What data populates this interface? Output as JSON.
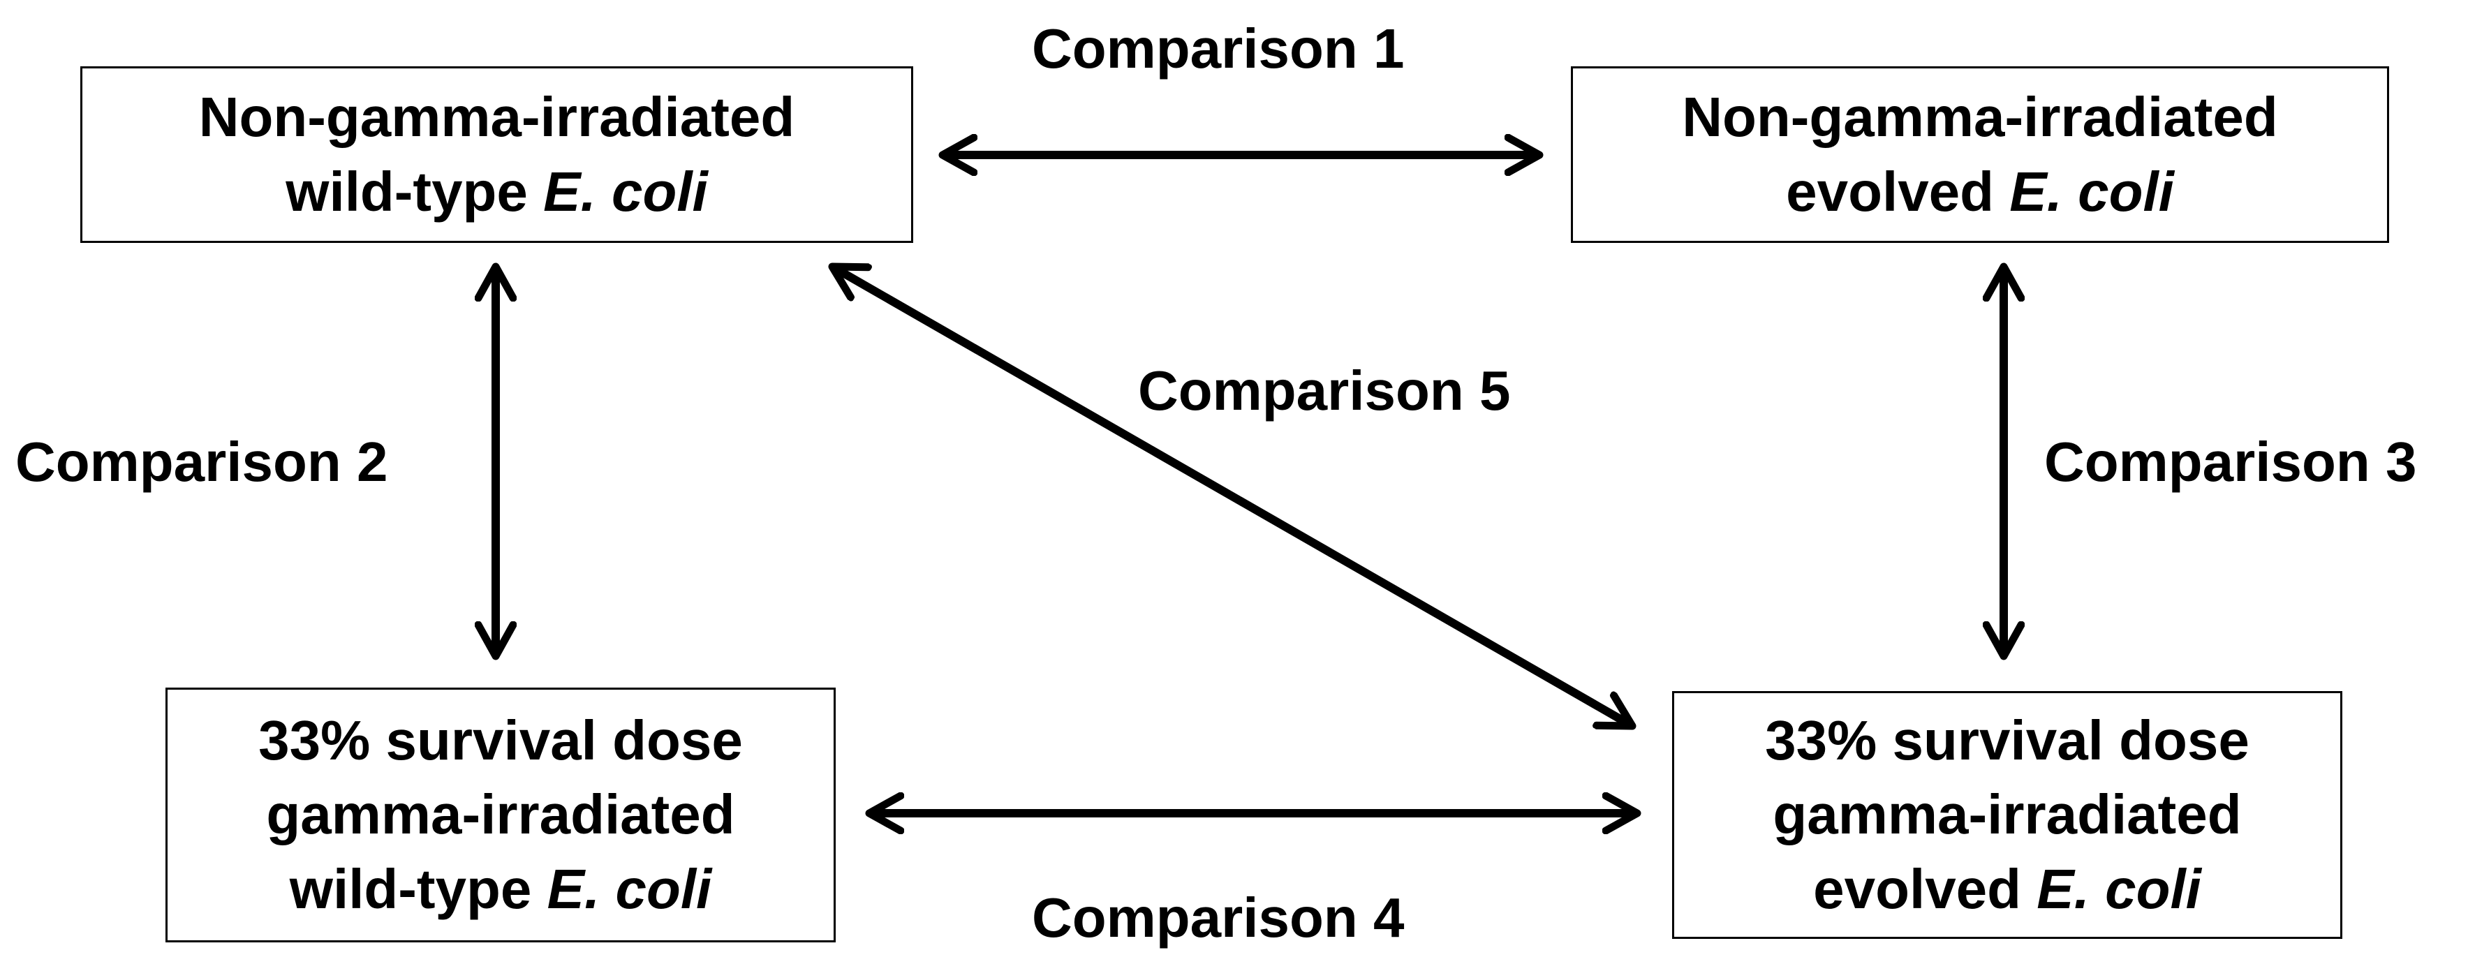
{
  "diagram": {
    "nodes": {
      "wt_control": {
        "line1": "Non-gamma-irradiated",
        "line2_prefix": "wild-type ",
        "line2_italic": "E. coli"
      },
      "evolved_control": {
        "line1": "Non-gamma-irradiated",
        "line2_prefix": "evolved ",
        "line2_italic": "E. coli"
      },
      "wt_irradiated": {
        "line1": "33% survival dose",
        "line2": "gamma-irradiated",
        "line3_prefix": "wild-type ",
        "line3_italic": "E. coli"
      },
      "evolved_irradiated": {
        "line1": "33% survival dose",
        "line2": "gamma-irradiated",
        "line3_prefix": "evolved ",
        "line3_italic": "E. coli"
      }
    },
    "comparisons": [
      {
        "label": "Comparison 1",
        "from": "wt_control",
        "to": "evolved_control"
      },
      {
        "label": "Comparison 2",
        "from": "wt_control",
        "to": "wt_irradiated"
      },
      {
        "label": "Comparison 3",
        "from": "evolved_control",
        "to": "evolved_irradiated"
      },
      {
        "label": "Comparison 4",
        "from": "wt_irradiated",
        "to": "evolved_irradiated"
      },
      {
        "label": "Comparison 5",
        "from": "wt_control",
        "to": "evolved_irradiated"
      }
    ]
  }
}
